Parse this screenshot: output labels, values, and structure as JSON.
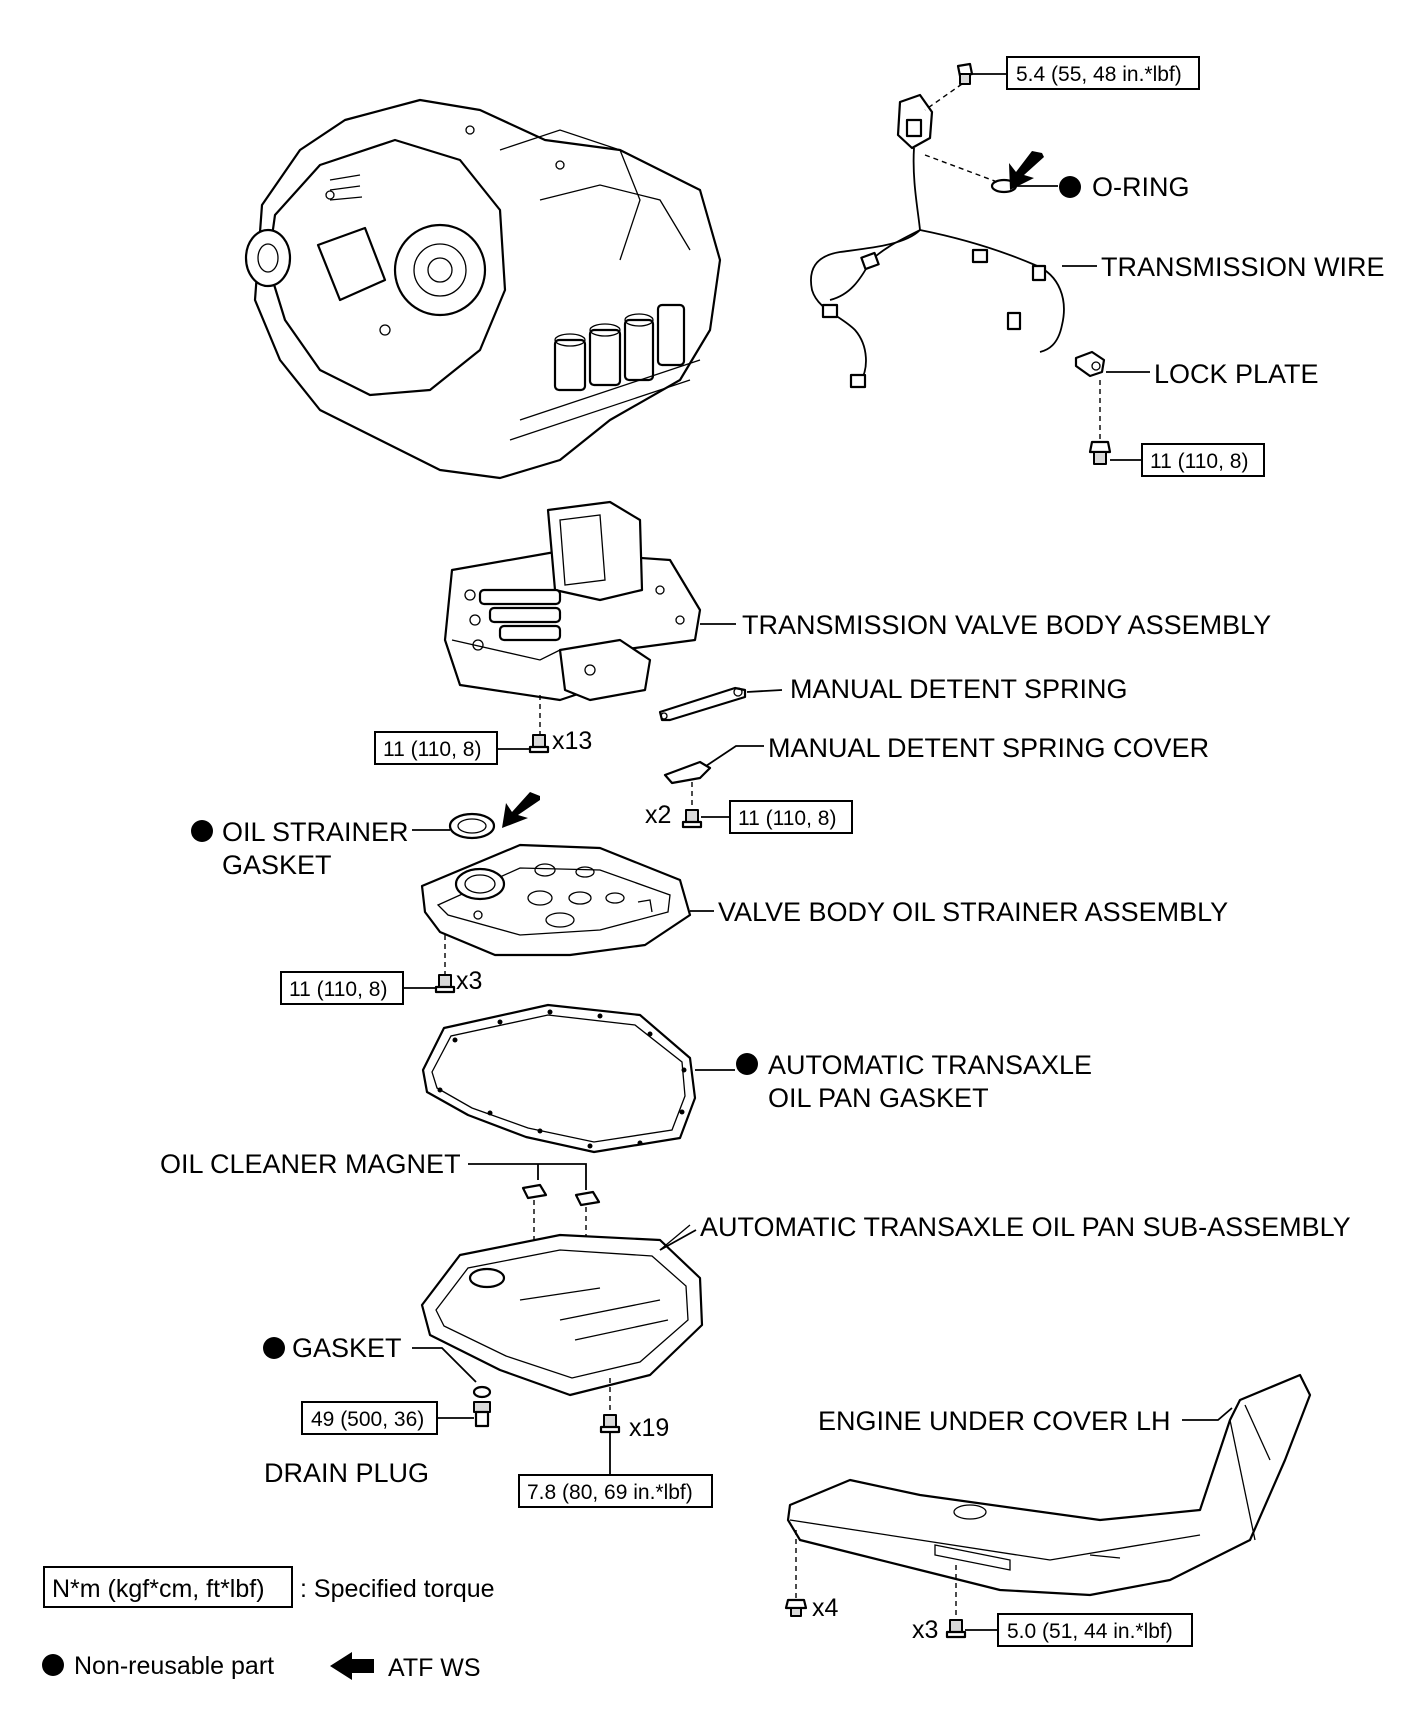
{
  "labels": {
    "o_ring": "O-RING",
    "transmission_wire": "TRANSMISSION WIRE",
    "lock_plate": "LOCK PLATE",
    "valve_body": "TRANSMISSION VALVE BODY ASSEMBLY",
    "manual_detent_spring": "MANUAL DETENT SPRING",
    "manual_detent_spring_cover": "MANUAL DETENT SPRING COVER",
    "oil_strainer_gasket_1": "OIL STRAINER",
    "oil_strainer_gasket_2": "GASKET",
    "valve_body_oil_strainer": "VALVE BODY OIL STRAINER ASSEMBLY",
    "oil_pan_gasket_1": "AUTOMATIC TRANSAXLE",
    "oil_pan_gasket_2": "OIL PAN GASKET",
    "oil_cleaner_magnet": "OIL CLEANER MAGNET",
    "oil_pan_sub_assembly": "AUTOMATIC TRANSAXLE OIL PAN SUB-ASSEMBLY",
    "gasket": "GASKET",
    "drain_plug": "DRAIN PLUG",
    "engine_under_cover": "ENGINE UNDER COVER LH"
  },
  "torques": {
    "wire_bolt": "5.4 (55, 48 in.*lbf)",
    "lock_plate_bolt": "11 (110, 8)",
    "valve_body_bolts": "11 (110, 8)",
    "detent_cover_bolts": "11 (110, 8)",
    "strainer_bolts": "11 (110, 8)",
    "drain_plug": "49 (500, 36)",
    "oil_pan_bolts": "7.8 (80, 69 in.*lbf)",
    "under_cover_bolts": "5.0 (51, 44 in.*lbf)"
  },
  "multipliers": {
    "valve_body": "x13",
    "detent_cover": "x2",
    "strainer": "x3",
    "oil_pan": "x19",
    "under_cover_screws": "x4",
    "under_cover_bolts": "x3"
  },
  "legend": {
    "torque_box": "N*m (kgf*cm, ft*lbf)",
    "torque_desc": ": Specified torque",
    "non_reusable": "Non-reusable part",
    "atf": "ATF WS"
  }
}
